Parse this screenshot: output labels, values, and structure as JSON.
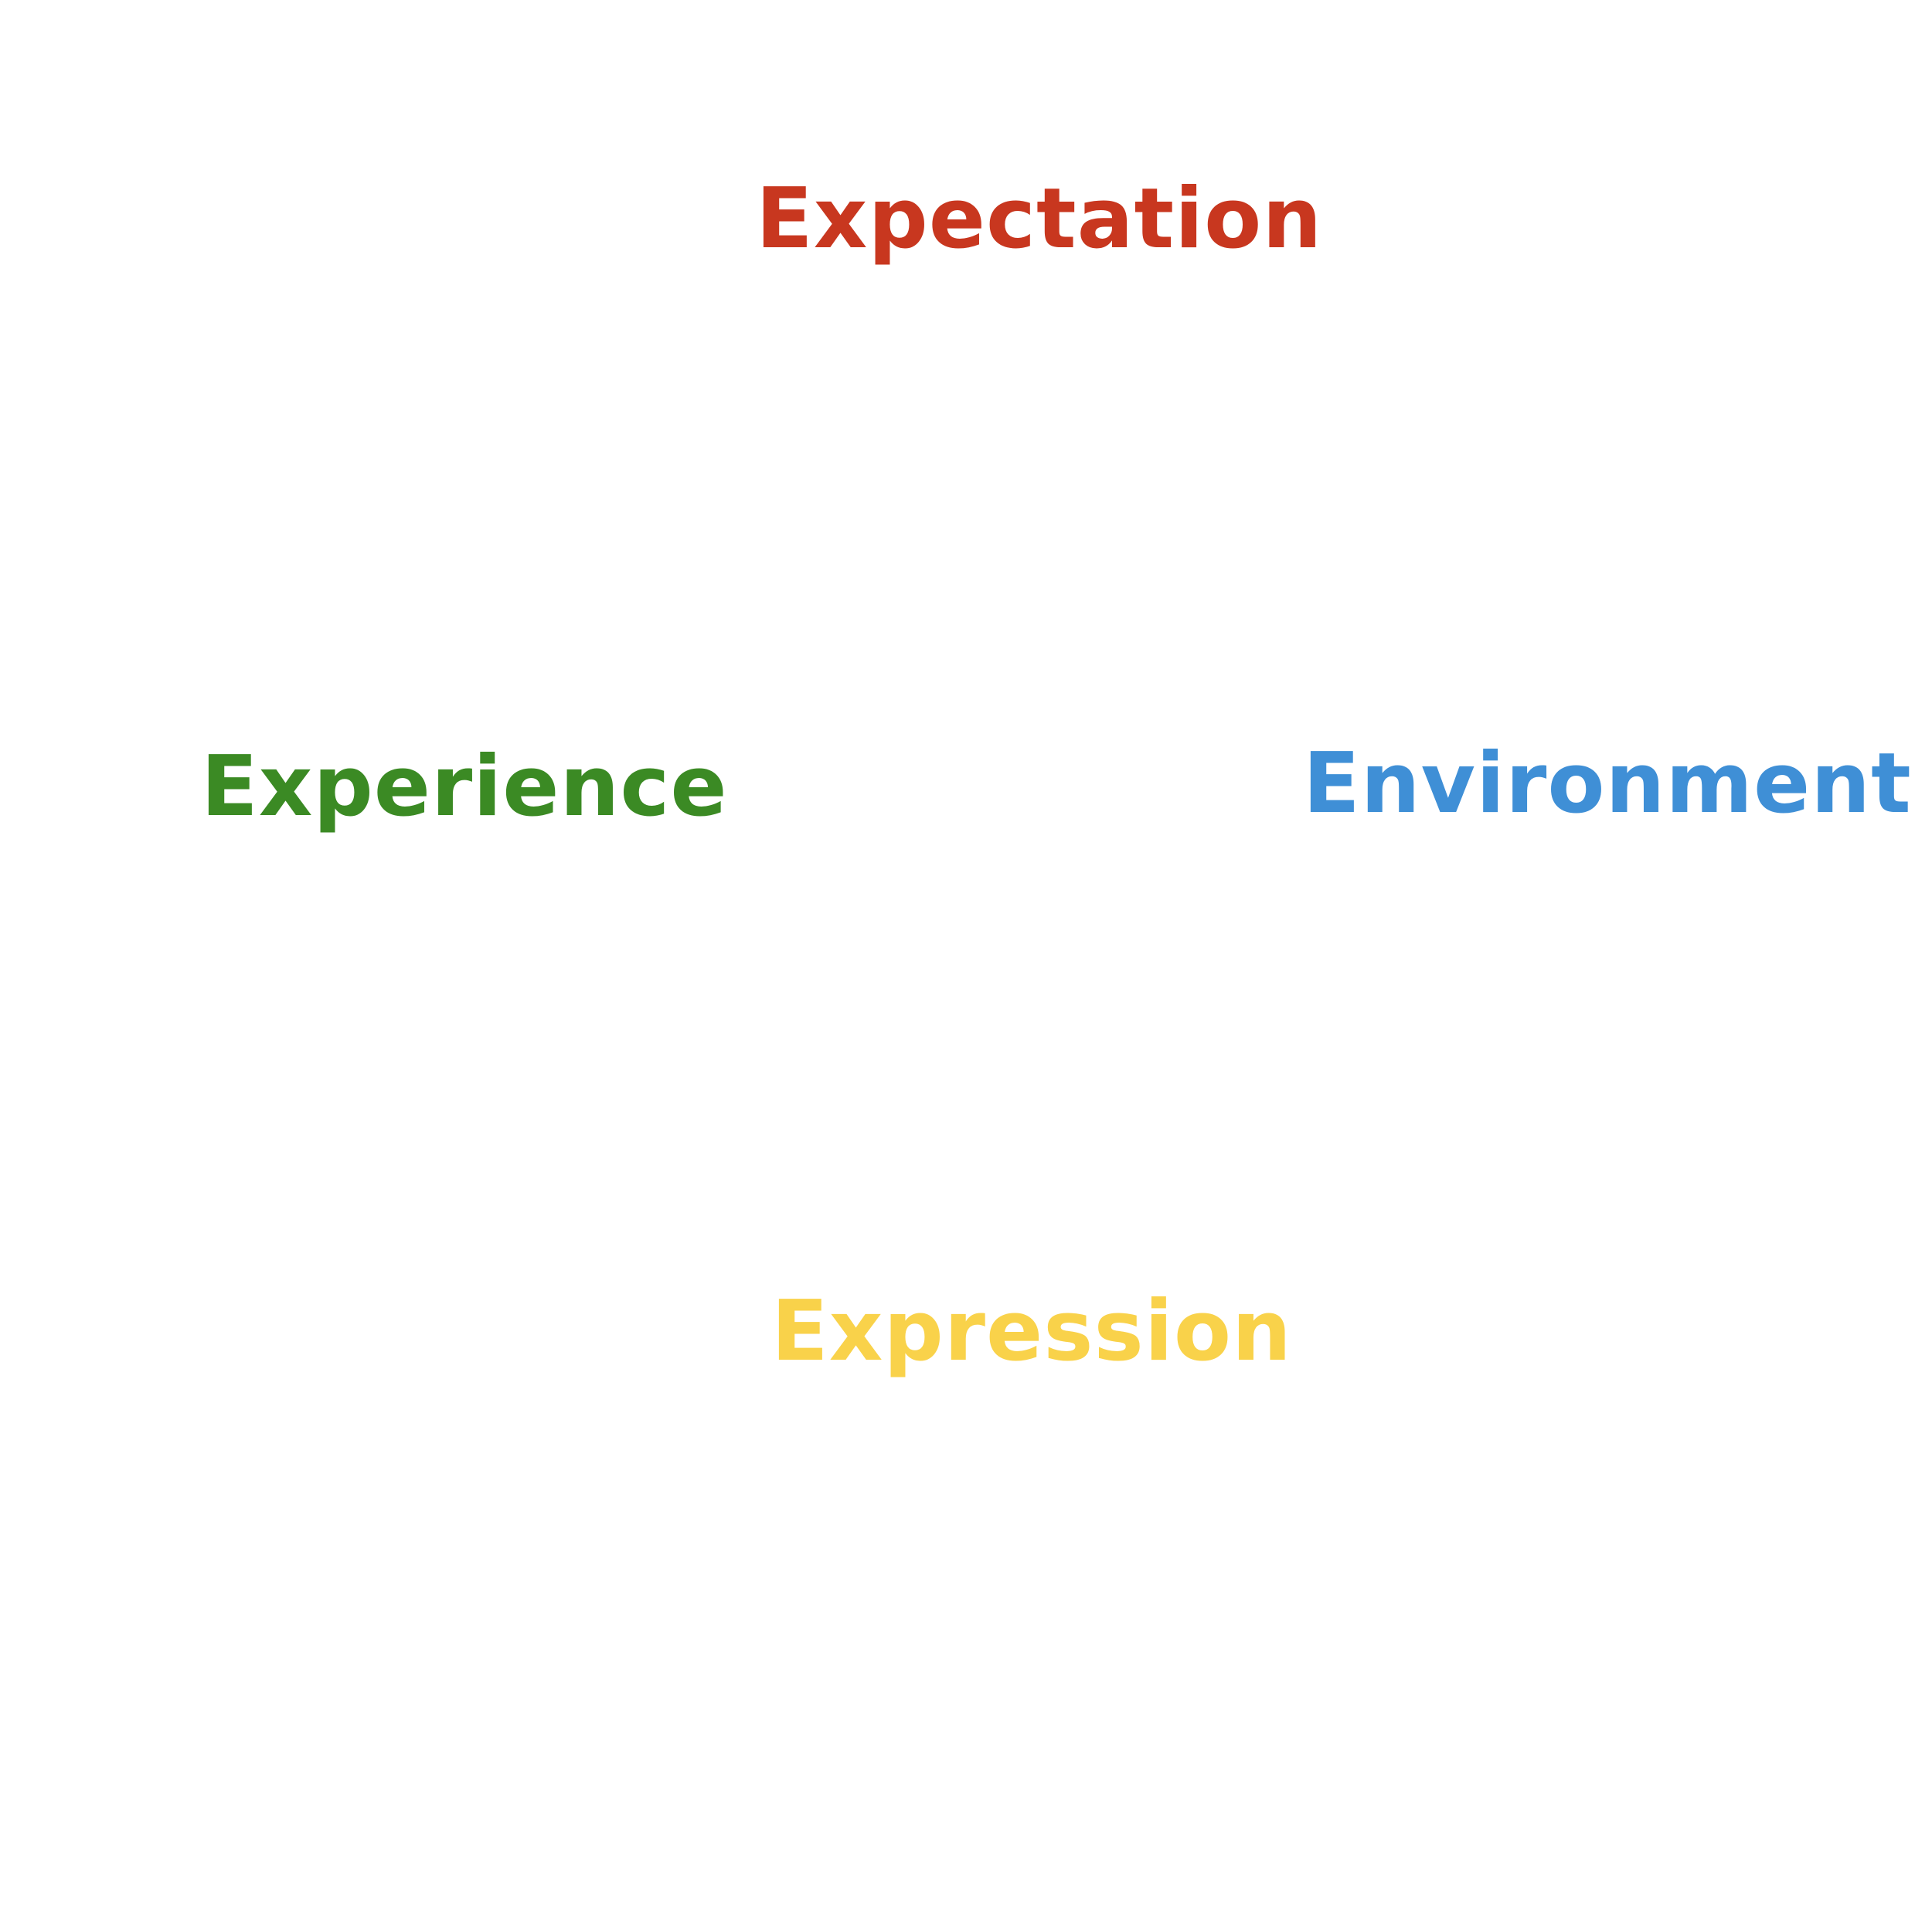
{
  "labels": {
    "top": {
      "text": "Expectation",
      "color": "#C8371F"
    },
    "left": {
      "text": "Experience",
      "color": "#3B8A24"
    },
    "right": {
      "text": "Environment",
      "color": "#3F8FD6"
    },
    "bottom": {
      "text": "Expression",
      "color": "#F9D24A"
    }
  }
}
